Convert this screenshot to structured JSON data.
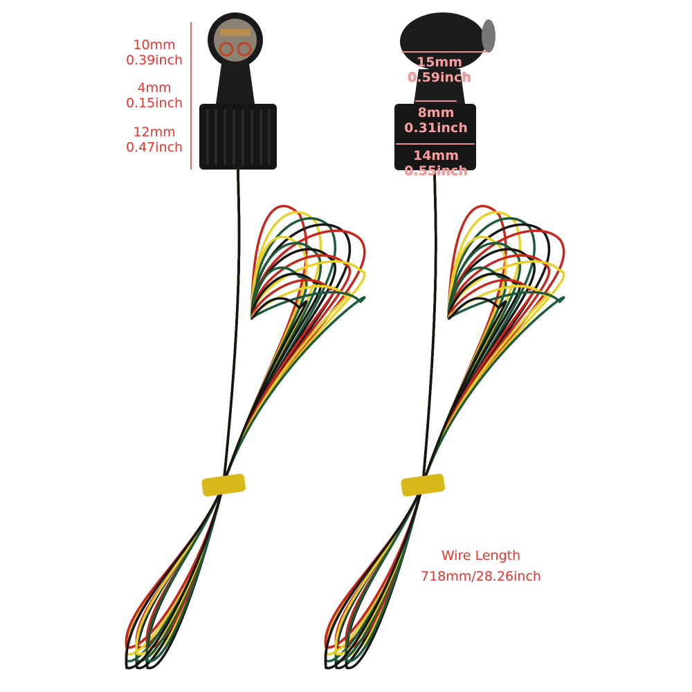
{
  "left_light": {
    "dimensions": [
      {
        "mm": "10mm",
        "inch": "0.39inch"
      },
      {
        "mm": "4mm",
        "inch": "0.15inch"
      },
      {
        "mm": "12mm",
        "inch": "0.47inch"
      }
    ]
  },
  "right_light": {
    "dimensions": [
      {
        "mm": "15mm",
        "inch": "0.59inch"
      },
      {
        "mm": "8mm",
        "inch": "0.31inch"
      },
      {
        "mm": "14mm",
        "inch": "0.55inch"
      }
    ]
  },
  "wire_length": {
    "label": "Wire Length",
    "value": "718mm/28.26inch"
  },
  "colors": {
    "annotation": "#e8332f",
    "wire_red": "#c8261c",
    "wire_yellow": "#e8d22a",
    "wire_green": "#1f5a3a",
    "wire_black": "#151515",
    "tie": "#d8b818"
  }
}
